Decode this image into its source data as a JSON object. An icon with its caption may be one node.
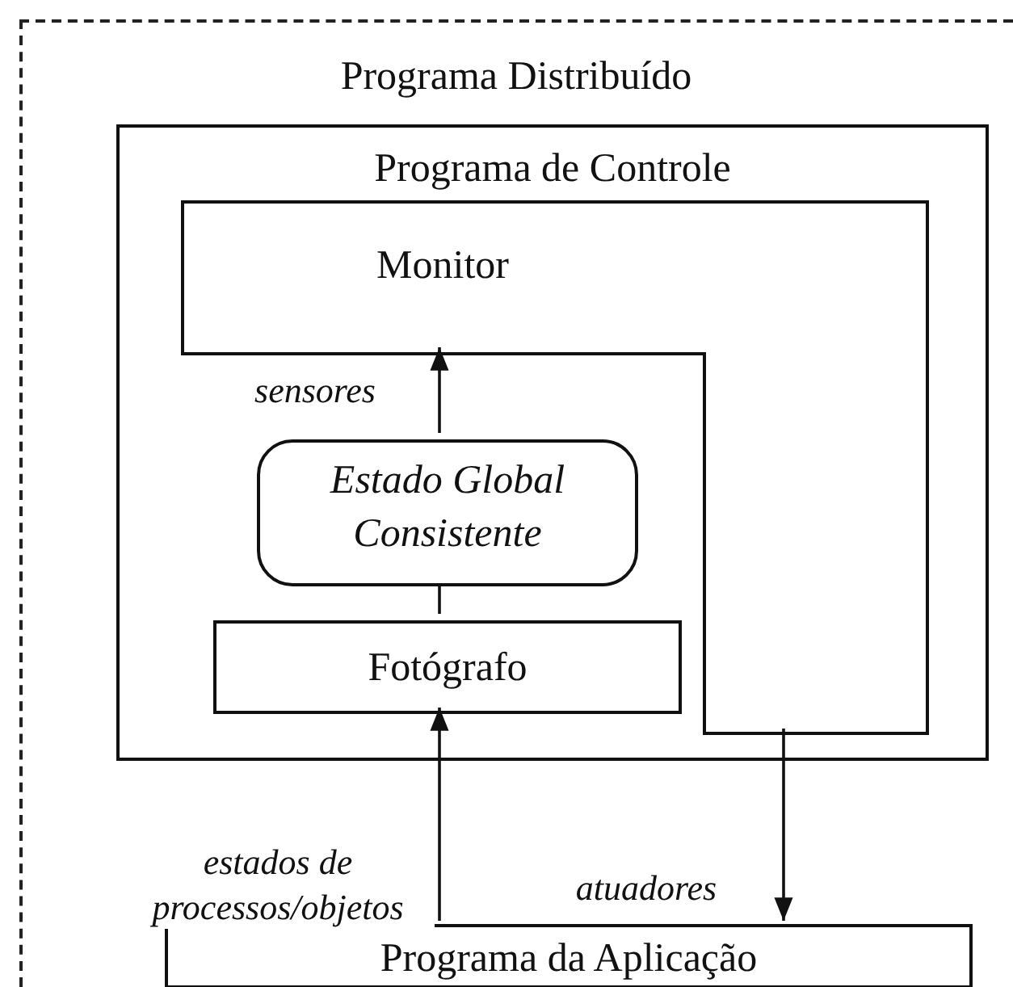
{
  "diagram": {
    "nodes": [
      {
        "text": [
          "Programa Distribuído"
        ]
      },
      {
        "text": [
          "Programa de Controle"
        ],
        "in": 0
      },
      {
        "text": [
          "Monitor"
        ],
        "in": 1
      },
      {
        "text": [
          "Estado Global Consistente"
        ],
        "in": 1
      },
      {
        "text": [
          "Fotógrafo"
        ],
        "in": 1
      },
      {
        "text": [
          "Programa da Aplicação"
        ],
        "in": 0
      }
    ],
    "edges": [
      {
        "from": 3,
        "to": 2,
        "arrow": "to",
        "label": "sensores"
      },
      {
        "from": 4,
        "to": 3,
        "arrow": "none"
      },
      {
        "from": 5,
        "to": 4,
        "arrow": "to",
        "label": "estados de processos/objetos"
      },
      {
        "from": 2,
        "to": 5,
        "arrow": "to",
        "label": "atuadores"
      }
    ]
  }
}
